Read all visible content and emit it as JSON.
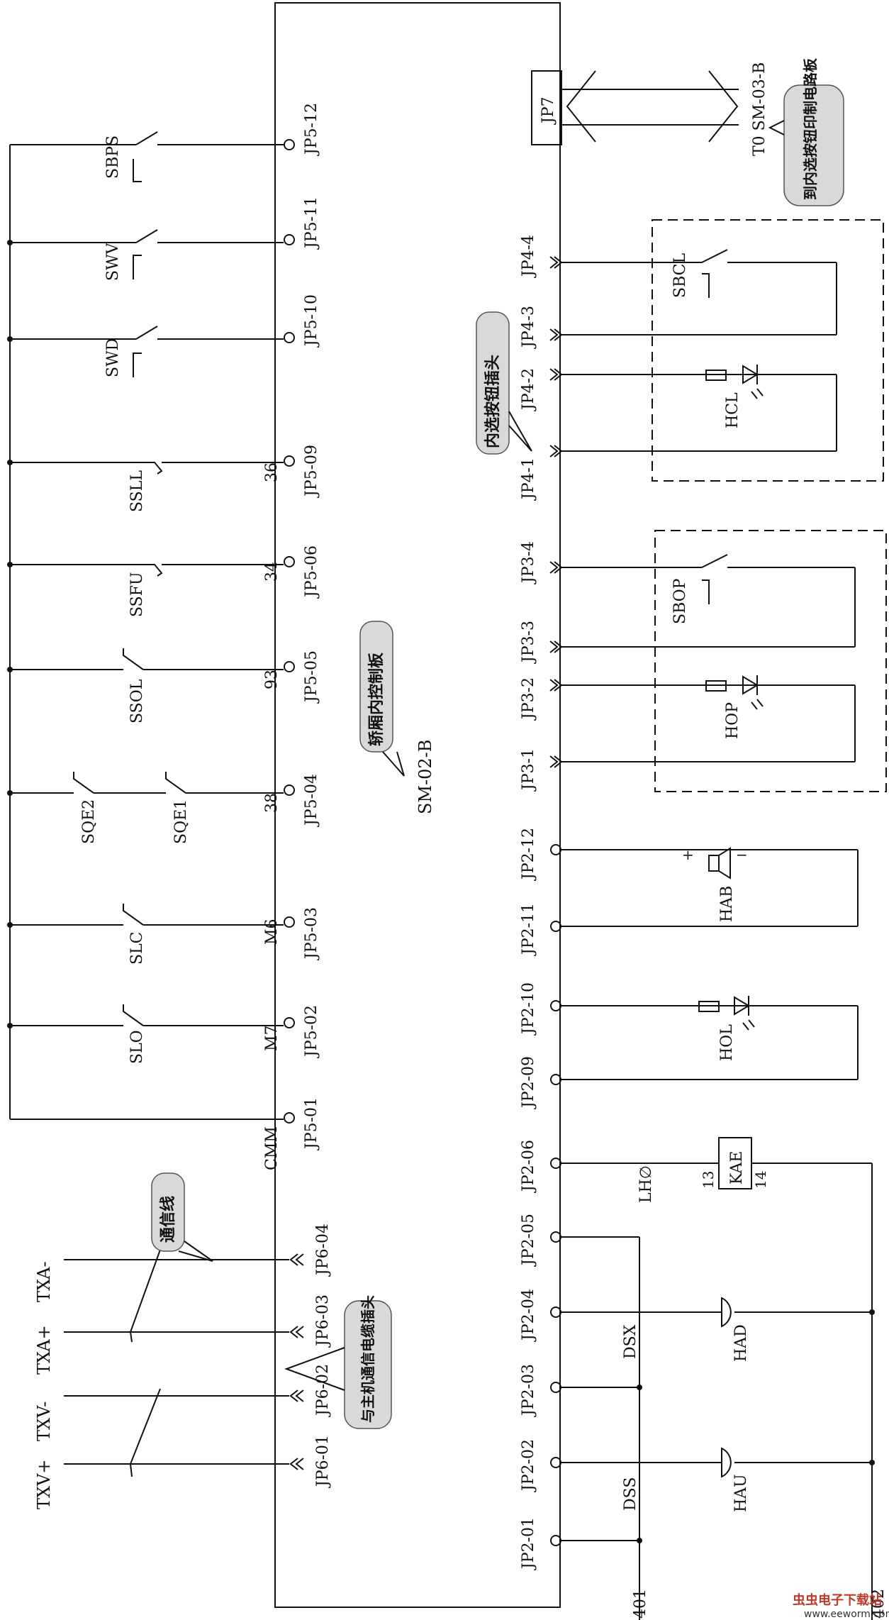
{
  "board": {
    "label": "SM-02-B",
    "callout": "轿厢内控制板"
  },
  "jp7": {
    "label": "JP7",
    "target": "T0 SM-03-B",
    "callout": "到内选按钮印制电路板"
  },
  "jp5": [
    {
      "pin": "JP5-12",
      "wire": "",
      "device": "SBPS"
    },
    {
      "pin": "JP5-11",
      "wire": "",
      "device": "SWV"
    },
    {
      "pin": "JP5-10",
      "wire": "",
      "device": "SWD"
    },
    {
      "pin": "JP5-09",
      "wire": "36",
      "device": "SSLL"
    },
    {
      "pin": "JP5-06",
      "wire": "34",
      "device": "SSFU"
    },
    {
      "pin": "JP5-05",
      "wire": "93",
      "device": "SSOL"
    },
    {
      "pin": "JP5-04",
      "wire": "38",
      "device": "SQE1",
      "device2": "SQE2"
    },
    {
      "pin": "JP5-03",
      "wire": "M6",
      "device": "SLC"
    },
    {
      "pin": "JP5-02",
      "wire": "M7",
      "device": "SLO"
    },
    {
      "pin": "JP5-01",
      "wire": "CMM",
      "device": ""
    }
  ],
  "jp6": {
    "pins": [
      "JP6-04",
      "JP6-03",
      "JP6-02",
      "JP6-01"
    ],
    "signals": [
      "TXA-",
      "TXA+",
      "TXV-",
      "TXV+"
    ],
    "callout_wire": "通信线",
    "callout_plug": "与主机通信电缆插头"
  },
  "jp4": {
    "pins": [
      "JP4-4",
      "JP4-3",
      "JP4-2",
      "JP4-1"
    ],
    "button": "SBCL",
    "lamp": "HCL",
    "callout": "内选按钮插头"
  },
  "jp3": {
    "pins": [
      "JP3-4",
      "JP3-3",
      "JP3-2",
      "JP3-1"
    ],
    "button": "SBOP",
    "lamp": "HOP"
  },
  "jp2": {
    "pins": [
      "JP2-12",
      "JP2-11",
      "JP2-10",
      "JP2-09",
      "JP2-06",
      "JP2-05",
      "JP2-04",
      "JP2-03",
      "JP2-02",
      "JP2-01"
    ],
    "buzzer": "HAB",
    "lamp": "HOL",
    "relay": "KAE",
    "relay_pin_a": "13",
    "relay_pin_b": "14",
    "lh_label": "LH∅",
    "dsx": "DSX",
    "dss": "DSS",
    "bell_up": "HAU",
    "bell_down": "HAD",
    "wire_401": "401",
    "wire_402": "402"
  },
  "watermark": {
    "brand": "虫虫电子下载站",
    "url": "www.eeworm.com"
  }
}
